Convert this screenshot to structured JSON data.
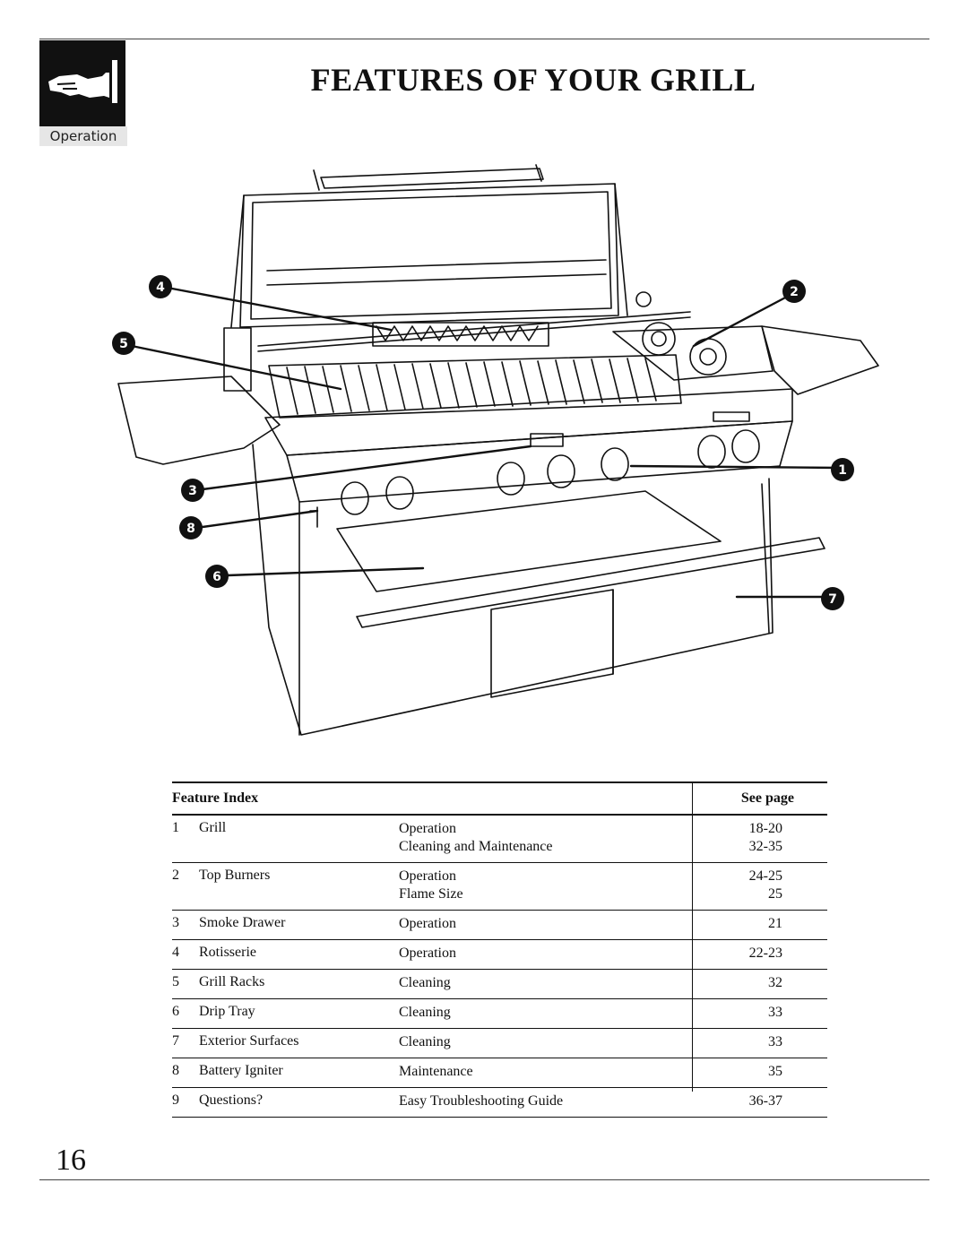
{
  "header": {
    "title": "FEATURES OF YOUR GRILL",
    "section_tab": "Operation",
    "section_icon": "pointing-hand-icon"
  },
  "diagram": {
    "callouts": [
      "1",
      "2",
      "3",
      "4",
      "5",
      "6",
      "7",
      "8"
    ]
  },
  "feature_index": {
    "heading_left": "Feature Index",
    "heading_right": "See page",
    "rows": [
      {
        "num": "1",
        "name": "Grill",
        "topics": [
          {
            "topic": "Operation",
            "page": "18-20"
          },
          {
            "topic": "Cleaning and Maintenance",
            "page": "32-35"
          }
        ]
      },
      {
        "num": "2",
        "name": "Top Burners",
        "topics": [
          {
            "topic": "Operation",
            "page": "24-25"
          },
          {
            "topic": "Flame Size",
            "page": "25"
          }
        ]
      },
      {
        "num": "3",
        "name": "Smoke Drawer",
        "topics": [
          {
            "topic": "Operation",
            "page": "21"
          }
        ]
      },
      {
        "num": "4",
        "name": "Rotisserie",
        "topics": [
          {
            "topic": "Operation",
            "page": "22-23"
          }
        ]
      },
      {
        "num": "5",
        "name": "Grill Racks",
        "topics": [
          {
            "topic": "Cleaning",
            "page": "32"
          }
        ]
      },
      {
        "num": "6",
        "name": "Drip Tray",
        "topics": [
          {
            "topic": "Cleaning",
            "page": "33"
          }
        ]
      },
      {
        "num": "7",
        "name": "Exterior Surfaces",
        "topics": [
          {
            "topic": "Cleaning",
            "page": "33"
          }
        ]
      },
      {
        "num": "8",
        "name": "Battery Igniter",
        "topics": [
          {
            "topic": "Maintenance",
            "page": "35"
          }
        ]
      },
      {
        "num": "9",
        "name": "Questions?",
        "topics": [
          {
            "topic": "Easy Troubleshooting Guide",
            "page": "36-37"
          }
        ]
      }
    ]
  },
  "footer": {
    "page_number": "16"
  }
}
